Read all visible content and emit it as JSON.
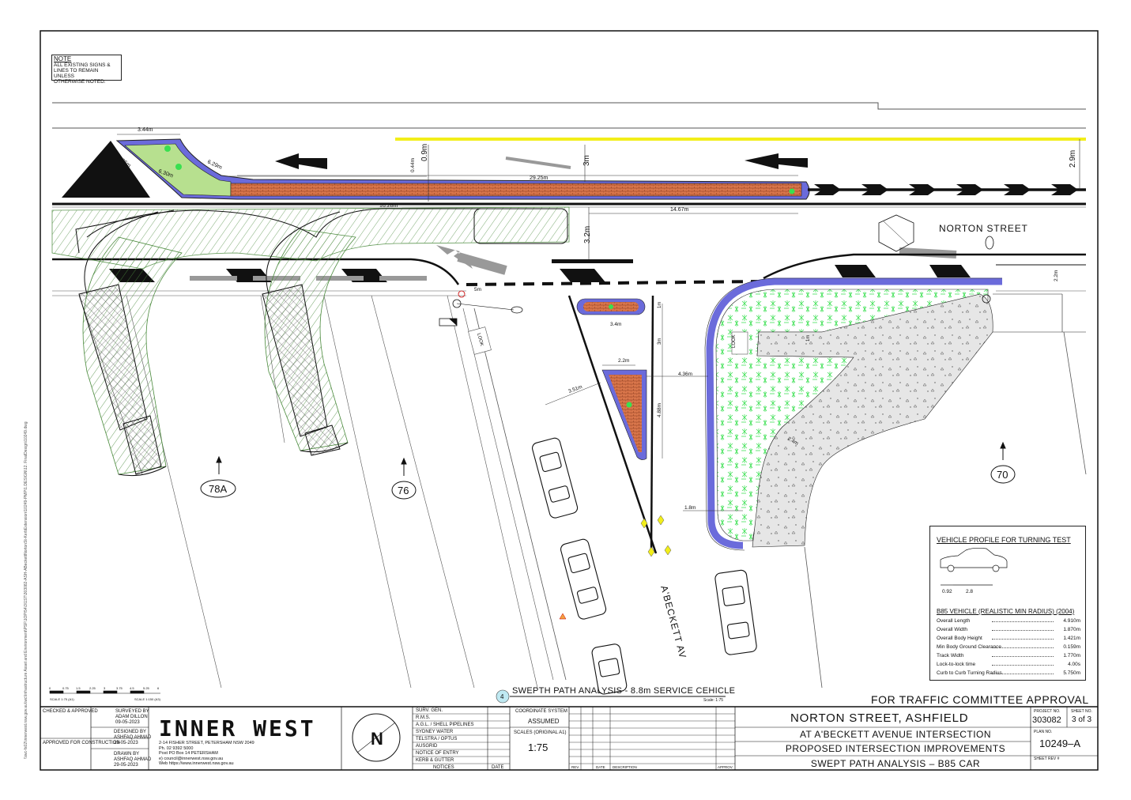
{
  "note": {
    "heading": "NOTE",
    "text_line1": "ALL EXISTING SIGNS &",
    "text_line2": "LINES TO REMAIN UNLESS",
    "text_line3": "OTHERWISE NOTED."
  },
  "plan": {
    "street_label": "NORTON STREET",
    "side_street_label": "A'BECKETT AV",
    "lot_labels": [
      "78A",
      "76",
      "70"
    ],
    "dimensions": {
      "d_3_44": "3.44m",
      "d_2_96": "2.96m",
      "d_6_29": "6.29m",
      "d_6_30": "6.30m",
      "d_0_9": "0.9m",
      "d_0_44": "0.44m",
      "d_29_25": "29.25m",
      "d_3m_a": "3m",
      "d_2_9": "2.9m",
      "d_16_28": "16.28m",
      "d_14_67": "14.67m",
      "d_3_2": "3.2m",
      "d_2_2_a": "2.2m",
      "d_5m": "5m",
      "d_1m": "1m",
      "d_3_4": "3.4m",
      "d_3m_b": "3m",
      "d_2_2_b": "2.2m",
      "d_4_36": "4.36m",
      "d_3_51": "3.51m",
      "d_4_88": "4.88m",
      "d_1_8": "1.8m",
      "d_2_4": "2.4m",
      "d_1m_b": "1m"
    },
    "look_text": "LOOK",
    "colors": {
      "island_green": "#b7e08f",
      "paver": "#d9764b",
      "kerb_blue": "#6b6bdb",
      "landscape_green": "#39e050",
      "hatch_green": "#4a8a3c",
      "yellow_line": "#f2ee1a"
    },
    "scale_text_a": "SCALE 1:75 (A1)",
    "scale_text_b": "SCALE 1:150 (A3)",
    "scale_ticks": [
      "0",
      "0.75",
      "1.5",
      "2.25",
      "3",
      "3.75",
      "4.5",
      "5.25",
      "6"
    ]
  },
  "caption": {
    "number": "4",
    "title": "SWEPTH PATH ANALYSIS - 8.8m SERVICE CEHICLE",
    "scale": "Scale: 1:75"
  },
  "approval_text": "FOR TRAFFIC COMMITTEE APPROVAL",
  "vehicle_profile": {
    "heading": "VEHICLE PROFILE FOR TURNING TEST",
    "dim_a": "0.92",
    "dim_b": "2.8",
    "subheading": "B85 VEHICLE (REALISTIC MIN RADIUS) (2004)",
    "rows": [
      {
        "k": "Overall Length",
        "v": "4.910m"
      },
      {
        "k": "Overall Width",
        "v": "1.870m"
      },
      {
        "k": "Overall Body Height",
        "v": "1.421m"
      },
      {
        "k": "Min Body Ground Clearance",
        "v": "0.159m"
      },
      {
        "k": "Track Width",
        "v": "1.770m"
      },
      {
        "k": "Lock-to-lock time",
        "v": "4.00s"
      },
      {
        "k": "Curb to Curb Turning Radius",
        "v": "5.750m"
      }
    ]
  },
  "title_block": {
    "checked": "CHECKED & APPROVED",
    "approved_construction": "APPROVED FOR CONSTRUCTION",
    "surveyed_label": "SURVEYED BY",
    "surveyed_name": "ADAM DILLON",
    "surveyed_date": "09-05-2023",
    "designed_label": "DESIGNED BY",
    "designed_name": "ASHFAQ AHMAD",
    "designed_date": "29-05-2023",
    "drawn_label": "DRAWN BY",
    "drawn_name": "ASHFAQ AHMAD",
    "drawn_date": "29-05-2023",
    "logo": "INNER WEST",
    "address_1": "2-14 FISHER STREET, PETERSHAM NSW 2049",
    "address_ph": "Ph.     02  9392  5000",
    "address_post": "Post    PO Box 14  PETERSHAM",
    "address_email": "e)      council@innerwest.nsw.gov.au",
    "address_web": "Web     https://www.innerwest.nsw.gov.au",
    "notices": [
      "SURV. GEN.",
      "R.M.S.",
      "A.G.L. / SHELL PIPELINES",
      "SYDNEY WATER",
      "TELSTRA / OPTUS",
      "AUSGRID",
      "NOTICE OF ENTRY",
      "KERB & GUTTER"
    ],
    "notices_label": "NOTICES",
    "date_label": "DATE",
    "coord_label": "COORDINATE SYSTEM",
    "coord_value": "ASSUMED",
    "scales_label": "SCALES  (ORIGINAL A1)",
    "scales_value": "1:75",
    "rev_label": "REV.",
    "rev_date_label": "DATE",
    "description_label": "DESCRIPTION",
    "approv_label": "APPROV.",
    "title_1": "NORTON  STREET,  ASHFIELD",
    "title_2": "AT  A'BECKETT  AVENUE  INTERSECTION",
    "title_3": "PROPOSED  INTERSECTION  IMPROVEMENTS",
    "title_4": "SWEPT  PATH  ANALYSIS  –  B85  CAR",
    "project_label": "PROJECT NO.",
    "project_no": "303082",
    "sheet_label": "SHEET NO.",
    "sheet_no": "3 of 3",
    "plan_label": "PLAN NO.",
    "plan_no": "10249–A",
    "sheet_rev_label": "SHEET REV #",
    "north": "N"
  },
  "side_path": "\\\\iwc-fs02\\innerwest.nsw.gov.au\\iwc\\Infrastructure Asset and Environment\\PSF\\1OP\\54\\3\\1ST\\303082-ASH-ABeckettNortonSt-KerbExtension\\10249-PMP\\1.DESIGN\\12. FinalDesign\\10249.dwg"
}
